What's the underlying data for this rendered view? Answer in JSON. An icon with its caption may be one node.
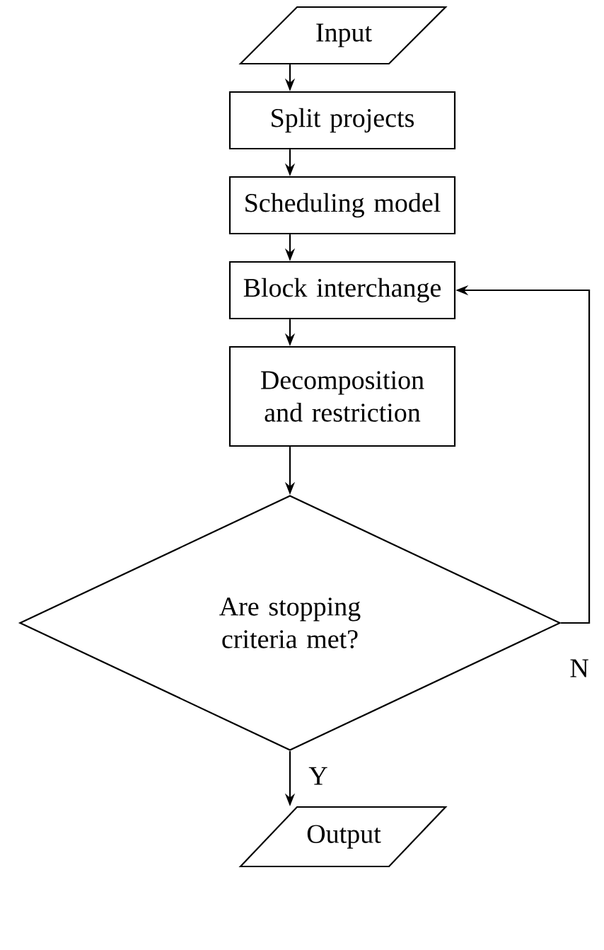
{
  "diagram": {
    "nodes": [
      {
        "text": [
          "Input"
        ]
      },
      {
        "text": [
          "Split projects"
        ]
      },
      {
        "text": [
          "Scheduling model"
        ]
      },
      {
        "text": [
          "Block interchange"
        ]
      },
      {
        "text": [
          "Decomposition and restriction"
        ]
      },
      {
        "text": [
          "Are stopping criteria met?"
        ]
      },
      {
        "text": [
          "Output"
        ]
      }
    ],
    "edges": [
      {
        "from": 0,
        "to": 1,
        "arrow": "to"
      },
      {
        "from": 1,
        "to": 2,
        "arrow": "to"
      },
      {
        "from": 2,
        "to": 3,
        "arrow": "to"
      },
      {
        "from": 3,
        "to": 4,
        "arrow": "to"
      },
      {
        "from": 4,
        "to": 5,
        "arrow": "to"
      },
      {
        "from": 5,
        "to": 6,
        "arrow": "to",
        "label": "Y"
      },
      {
        "from": 5,
        "to": 3,
        "arrow": "to",
        "label": "N"
      }
    ]
  }
}
